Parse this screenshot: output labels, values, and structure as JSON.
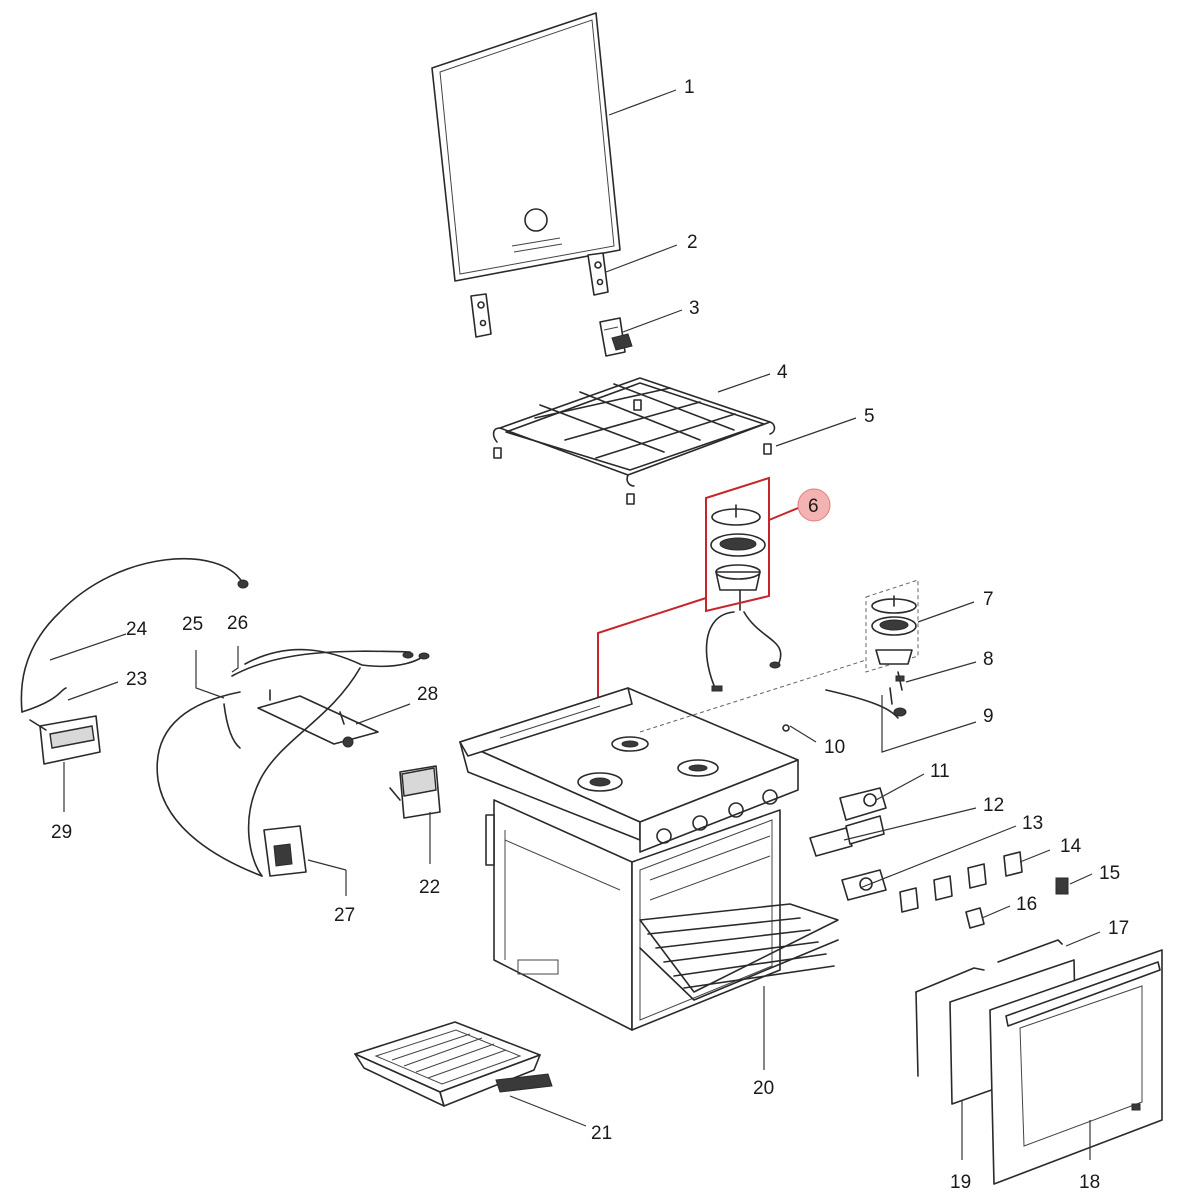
{
  "callouts": [
    "1",
    "2",
    "3",
    "4",
    "5",
    "6",
    "7",
    "8",
    "9",
    "10",
    "11",
    "12",
    "13",
    "14",
    "15",
    "16",
    "17",
    "18",
    "19",
    "20",
    "21",
    "22",
    "23",
    "24",
    "25",
    "26",
    "27",
    "28",
    "29"
  ],
  "highlight": {
    "label": "6",
    "color": "#c8252b",
    "badge_color": "#f3b3b3"
  }
}
